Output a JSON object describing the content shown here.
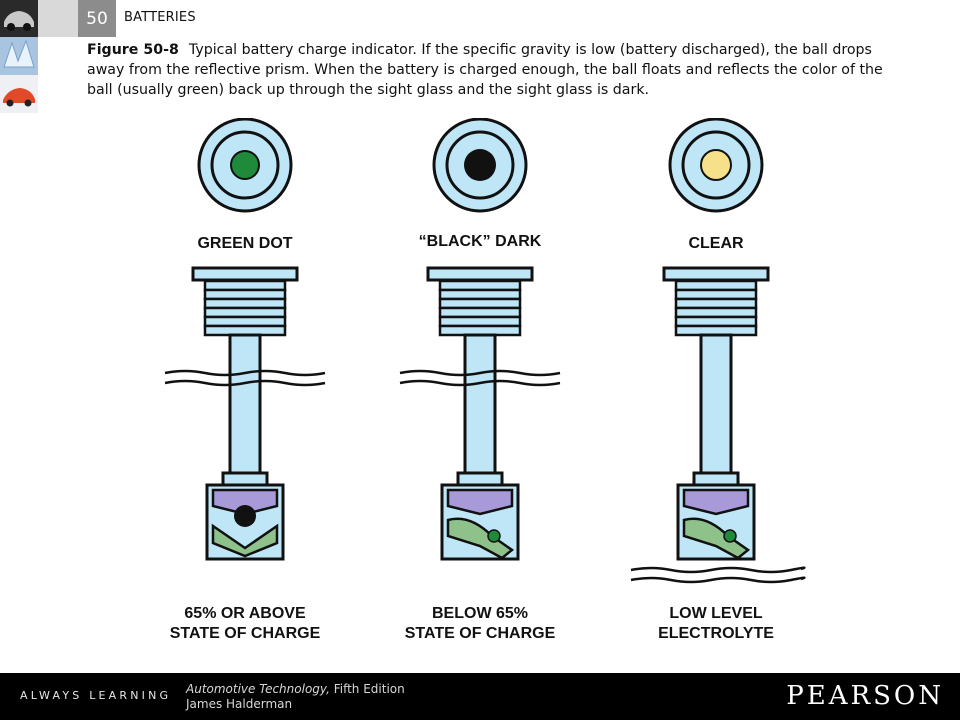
{
  "header": {
    "chapter_number": "50",
    "chapter_title": "BATTERIES"
  },
  "caption": {
    "figure_label": "Figure 50-8",
    "text": "Typical battery charge indicator. If the specific gravity is low (battery discharged), the ball drops away from the reflective prism. When the battery is charged enough, the ball floats and reflects the color of the ball (usually green) back up through the sight glass and the sight glass is dark."
  },
  "diagram": {
    "indicators": [
      {
        "top_label": "GREEN DOT",
        "bottom_line1": "65% OR ABOVE",
        "bottom_line2": "STATE OF CHARGE",
        "dot_color": "#1f8a3a"
      },
      {
        "top_label": "“BLACK” DARK",
        "bottom_line1": "BELOW 65%",
        "bottom_line2": "STATE OF CHARGE",
        "dot_color": "#111111"
      },
      {
        "top_label": "CLEAR",
        "bottom_line1": "LOW LEVEL",
        "bottom_line2": "ELECTROLYTE",
        "dot_color": "#f7e08a"
      }
    ],
    "colors": {
      "glass": "#bfe6f7",
      "prism": "#a89ad9",
      "float_green": "#8fc28a",
      "outline": "#111111"
    }
  },
  "footer": {
    "tagline": "ALWAYS LEARNING",
    "book_title": "Automotive Technology,",
    "edition": " Fifth Edition",
    "author": "James Halderman",
    "publisher": "PEARSON"
  }
}
